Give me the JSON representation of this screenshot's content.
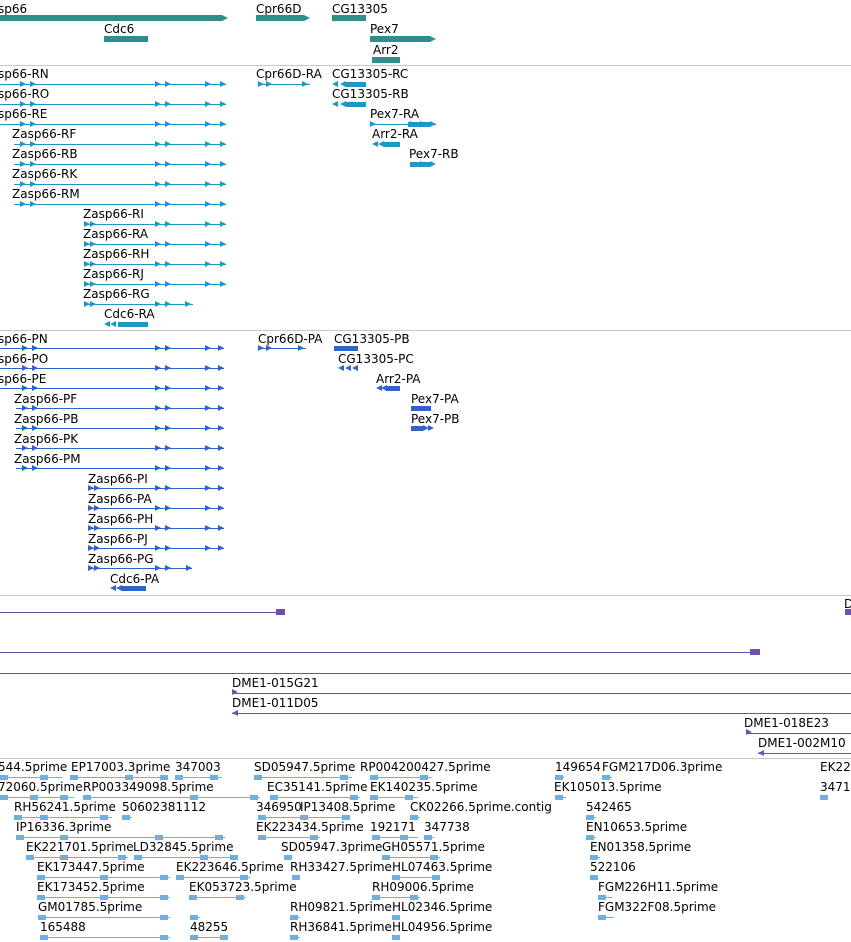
{
  "colors": {
    "gene": "#338c8c",
    "transcript": "#1f97c4",
    "protein": "#2f63c8",
    "clone": "#6f4fb0",
    "est": "#6fb0e0",
    "divider": "#c8c8c8"
  },
  "tracks": {
    "genes": {
      "labels": [
        "sp66",
        "Cdc6",
        "Cpr66D",
        "CG13305",
        "Pex7",
        "Arr2"
      ]
    },
    "transcripts": {
      "labels": [
        "sp66-RN",
        "sp66-RO",
        "sp66-RE",
        "Zasp66-RF",
        "Zasp66-RB",
        "Zasp66-RK",
        "Zasp66-RM",
        "Zasp66-RI",
        "Zasp66-RA",
        "Zasp66-RH",
        "Zasp66-RJ",
        "Zasp66-RG",
        "Cdc6-RA",
        "Cpr66D-RA",
        "CG13305-RC",
        "CG13305-RB",
        "Pex7-RA",
        "Arr2-RA",
        "Pex7-RB"
      ]
    },
    "proteins": {
      "labels": [
        "sp66-PN",
        "sp66-PO",
        "sp66-PE",
        "Zasp66-PF",
        "Zasp66-PB",
        "Zasp66-PK",
        "Zasp66-PM",
        "Zasp66-PI",
        "Zasp66-PA",
        "Zasp66-PH",
        "Zasp66-PJ",
        "Zasp66-PG",
        "Cdc6-PA",
        "Cpr66D-PA",
        "CG13305-PB",
        "CG13305-PC",
        "Arr2-PA",
        "Pex7-PA",
        "Pex7-PB"
      ]
    },
    "clones": {
      "labels": [
        "D",
        "DME1-015G21",
        "DME1-011D05",
        "DME1-018E23",
        "DME1-002M10"
      ]
    },
    "ests": {
      "labels": [
        "544.5prime",
        "EP17003.3prime",
        "347003",
        "SD05947.5prime",
        "RP004200427.5prime",
        "149654",
        "FGM217D06.3prime",
        "EK22",
        "72060.5prime",
        "RP003349098.5prime",
        "EC35141.5prime",
        "EK140235.5prime",
        "EK105013.5prime",
        "3471",
        "RH56241.5prime",
        "50602381112",
        "346950",
        "IP13408.5prime",
        "CK02266.5prime.contig",
        "542465",
        "IP16336.3prime",
        "EK223434.5prime",
        "192171",
        "347738",
        "EN10653.5prime",
        "EK221701.5prime",
        "LD32845.5prime",
        "SD05947.3prime",
        "GH05571.5prime",
        "EN01358.5prime",
        "EK173447.5prime",
        "EK223646.5prime",
        "RH33427.5prime",
        "HL07463.5prime",
        "522106",
        "EK173452.5prime",
        "EK053723.5prime",
        "RH09006.5prime",
        "FGM226H11.5prime",
        "GM01785.5prime",
        "RH09821.5prime",
        "HL02346.5prime",
        "FGM322F08.5prime",
        "165488",
        "48255",
        "RH36841.5prime",
        "HL04956.5prime"
      ]
    }
  }
}
